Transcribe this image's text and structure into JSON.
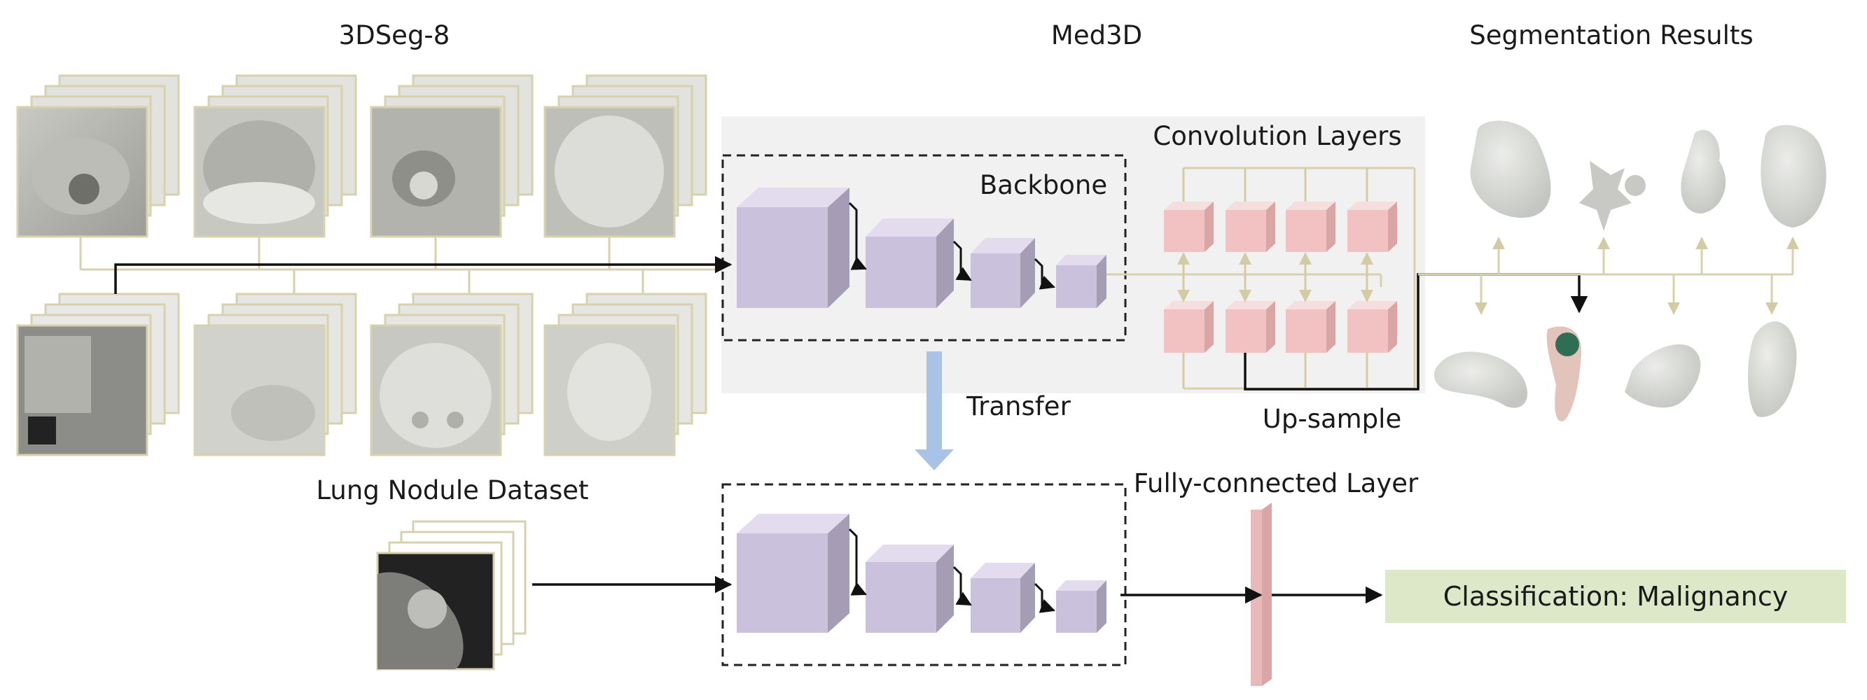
{
  "titles": {
    "dataset": "3DSeg-8",
    "model": "Med3D",
    "results": "Segmentation Results"
  },
  "labels": {
    "convolution_layers": "Convolution Layers",
    "backbone": "Backbone",
    "transfer": "Transfer",
    "up_sample": "Up-sample",
    "lung_nodule_dataset": "Lung Nodule Dataset",
    "fully_connected_layer": "Fully-connected Layer",
    "classification_result": "Classification: Malignancy"
  },
  "colors": {
    "cube_purple": "#cac2dc",
    "cube_red": "#f2c2c2",
    "fc_layer": "#e9b8b8",
    "panel_gray": "#f1f1f1",
    "dataset_frame": "#d7d1ad",
    "result_green": "#dde8c9",
    "transfer_arrow": "#a9c3e6",
    "connector_beige": "#d7d1ad",
    "organ_gray": "#d9dbd7"
  }
}
